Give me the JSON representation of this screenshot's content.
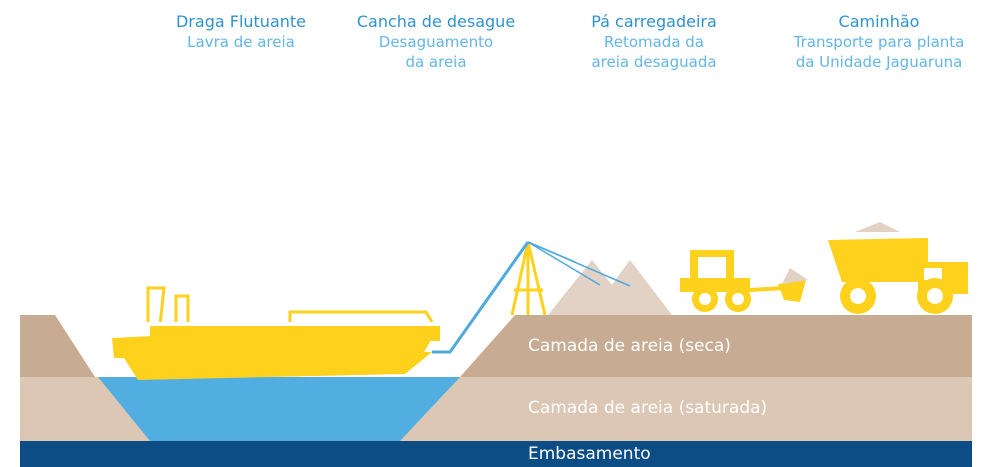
{
  "steps": [
    {
      "title": "Draga Flutuante",
      "desc": "Lavra de areia"
    },
    {
      "title": "Cancha de desague",
      "desc": "Desaguamento\nda areia"
    },
    {
      "title": "Pá carregadeira",
      "desc": "Retomada da\nareia desaguada"
    },
    {
      "title": "Caminhão",
      "desc": "Transporte para planta\nda Unidade Jaguaruna"
    }
  ],
  "layers": {
    "dry": "Camada de areia (seca)",
    "saturated": "Camada de areia (saturada)",
    "base": "Embasamento"
  },
  "colors": {
    "dry_sand": "#c8ab93",
    "saturated_sand": "#dcc6b4",
    "base": "#0b4d84",
    "water": "#52ade0",
    "machine": "#fdd11c",
    "sand_pile": "#e2d2c6",
    "title_text": "#2f93cf",
    "desc_text": "#63b6e6",
    "pipe": "#4ea9dd"
  }
}
